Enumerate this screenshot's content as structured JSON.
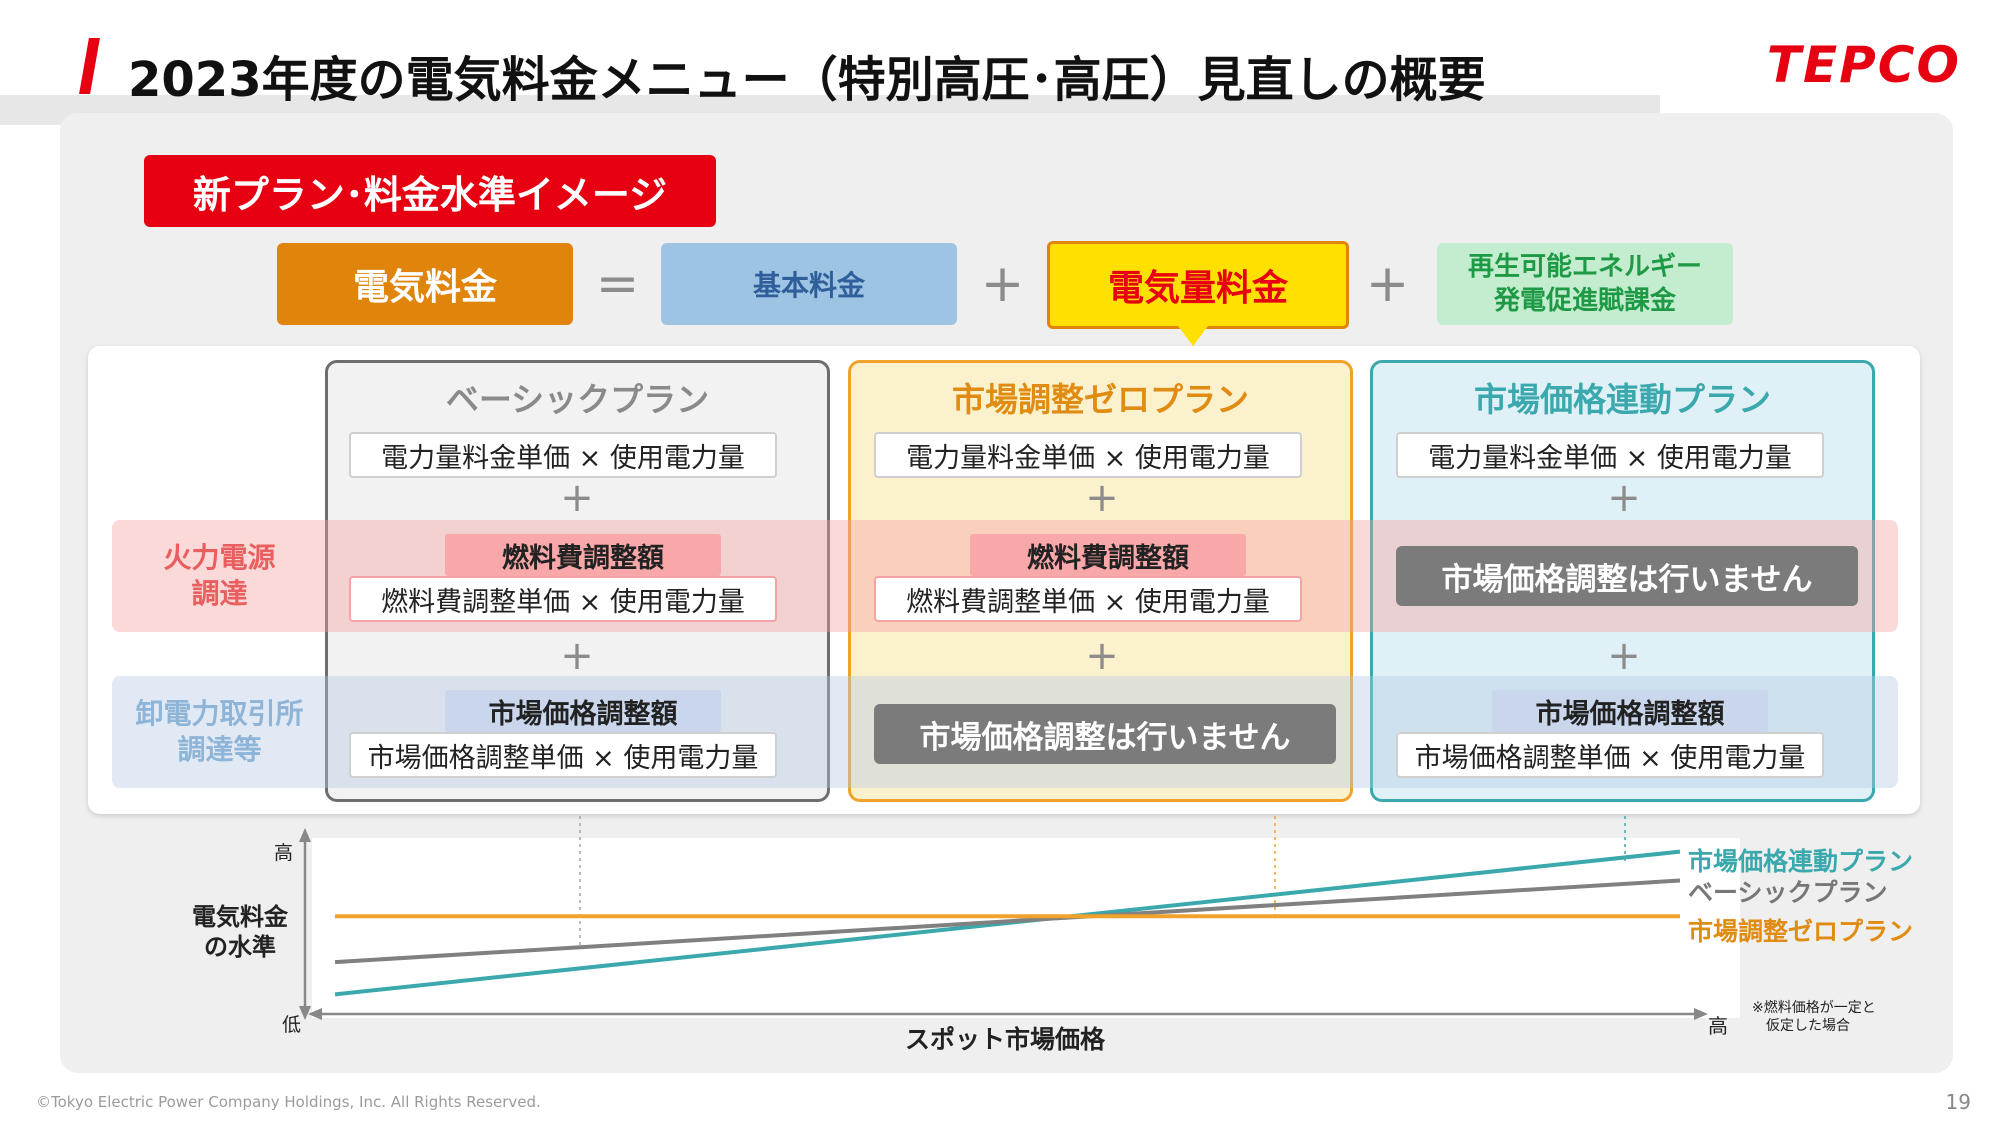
{
  "header": {
    "title": "2023年度の電気料金メニュー（特別高圧･高圧）見直しの概要",
    "logo": "TEPCO"
  },
  "section_label": "新プラン･料金水準イメージ",
  "formula": {
    "total": "電気料金",
    "equals": "=",
    "basic": "基本料金",
    "plus": "+",
    "energy": "電気量料金",
    "renewable_line1": "再生可能エネルギー",
    "renewable_line2": "発電促進賦課金"
  },
  "row_labels": {
    "thermal_line1": "火力電源",
    "thermal_line2": "調達",
    "wholesale_line1": "卸電力取引所",
    "wholesale_line2": "調達等"
  },
  "plans": {
    "basic": {
      "title": "ベーシックプラン",
      "energy_formula": "電力量料金単価 × 使用電力量",
      "plus": "+",
      "fuel_tag": "燃料費調整額",
      "fuel_formula": "燃料費調整単価 × 使用電力量",
      "market_tag": "市場価格調整額",
      "market_formula": "市場価格調整単価 × 使用電力量"
    },
    "zero": {
      "title": "市場調整ゼロプラン",
      "energy_formula": "電力量料金単価 × 使用電力量",
      "plus": "+",
      "fuel_tag": "燃料費調整額",
      "fuel_formula": "燃料費調整単価 × 使用電力量",
      "market_none": "市場価格調整は行いません"
    },
    "market": {
      "title": "市場価格連動プラン",
      "energy_formula": "電力量料金単価 × 使用電力量",
      "plus": "+",
      "fuel_none": "市場価格調整は行いません",
      "market_tag": "市場価格調整額",
      "market_formula": "市場価格調整単価 × 使用電力量"
    }
  },
  "chart_data": {
    "type": "line",
    "ylabel_line1": "電気料金",
    "ylabel_line2": "の水準",
    "xlabel": "スポット市場価格",
    "y_high": "高",
    "y_low": "低",
    "x_high": "高",
    "x": [
      0,
      1
    ],
    "series": [
      {
        "name": "市場価格連動プラン",
        "values": [
          0.08,
          0.92
        ],
        "color": "#3aa8ad"
      },
      {
        "name": "ベーシックプラン",
        "values": [
          0.27,
          0.75
        ],
        "color": "#808080"
      },
      {
        "name": "市場調整ゼロプラン",
        "values": [
          0.54,
          0.54
        ],
        "color": "#f0a22a"
      }
    ],
    "ylim": [
      0,
      1
    ],
    "footnote_line1": "※燃料価格が一定と",
    "footnote_line2": "仮定した場合"
  },
  "footer": {
    "copyright": "©Tokyo Electric Power Company Holdings, Inc. All Rights Reserved.",
    "page": "19"
  }
}
